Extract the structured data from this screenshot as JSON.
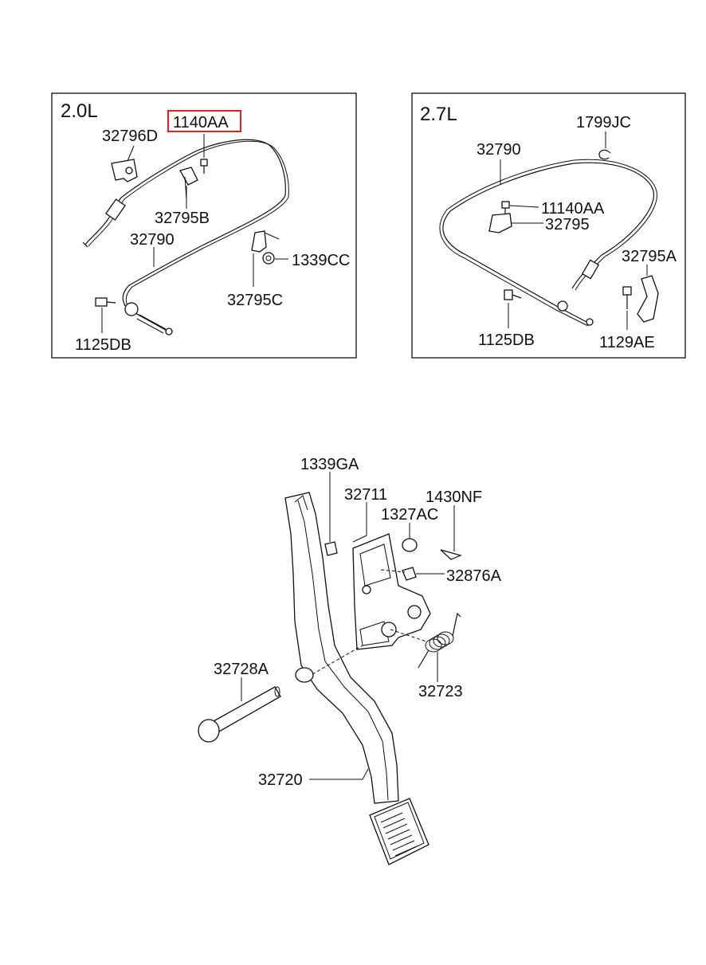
{
  "panels": {
    "left": {
      "engine_label": "2.0L"
    },
    "right": {
      "engine_label": "2.7L"
    }
  },
  "labels": {
    "p_1140AA": "1140AA",
    "p_32796D": "32796D",
    "p_32795B": "32795B",
    "p_32790_left": "32790",
    "p_1339CC": "1339CC",
    "p_32795C": "32795C",
    "p_1125DB_left": "1125DB",
    "p_1799JC": "1799JC",
    "p_32790_right": "32790",
    "p_11140AA": "11140AA",
    "p_32795": "32795",
    "p_32795A": "32795A",
    "p_1125DB_right": "1125DB",
    "p_1129AE": "1129AE",
    "p_1339GA": "1339GA",
    "p_32711": "32711",
    "p_1430NF": "1430NF",
    "p_1327AC": "1327AC",
    "p_32876A": "32876A",
    "p_32728A": "32728A",
    "p_32723": "32723",
    "p_32720": "32720"
  },
  "highlight": {
    "part": "1140AA",
    "color": "#e02020"
  }
}
